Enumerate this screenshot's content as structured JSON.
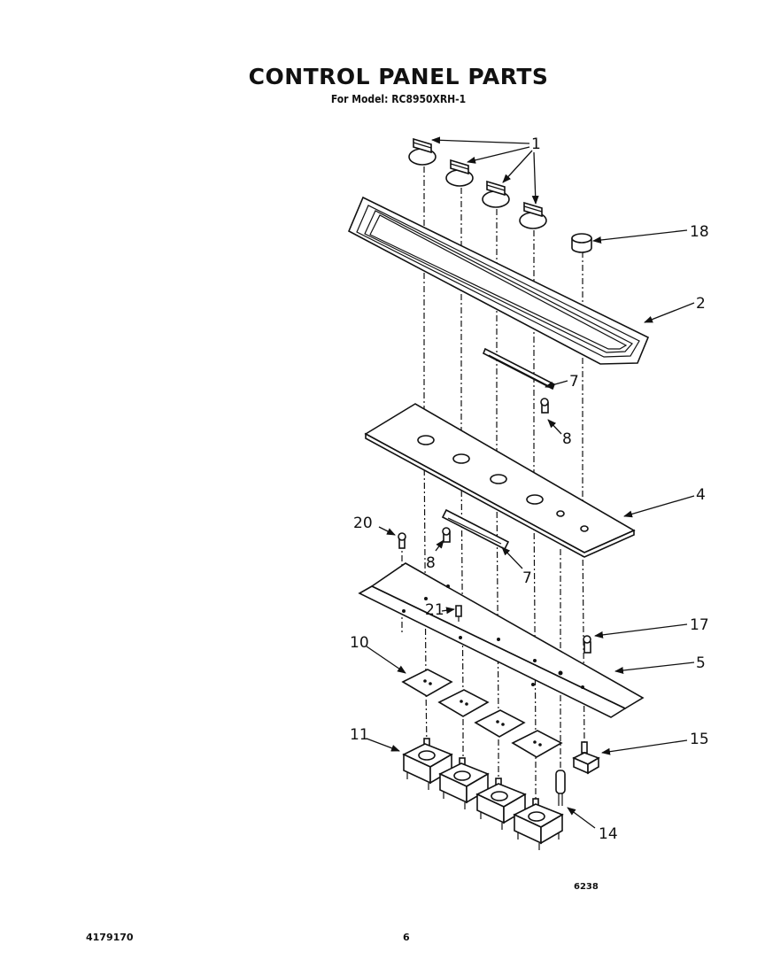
{
  "title": "CONTROL PANEL PARTS",
  "subtitle": "For Model: RC8950XRH-1",
  "figure_code": "6238",
  "page_number": "6",
  "doc_number": "4179170",
  "callouts": {
    "c1": "1",
    "c2": "2",
    "c4": "4",
    "c5": "5",
    "c7a": "7",
    "c7b": "7",
    "c8a": "8",
    "c8b": "8",
    "c10": "10",
    "c11": "11",
    "c14": "14",
    "c15": "15",
    "c17": "17",
    "c18": "18",
    "c20": "20",
    "c21": "21"
  }
}
